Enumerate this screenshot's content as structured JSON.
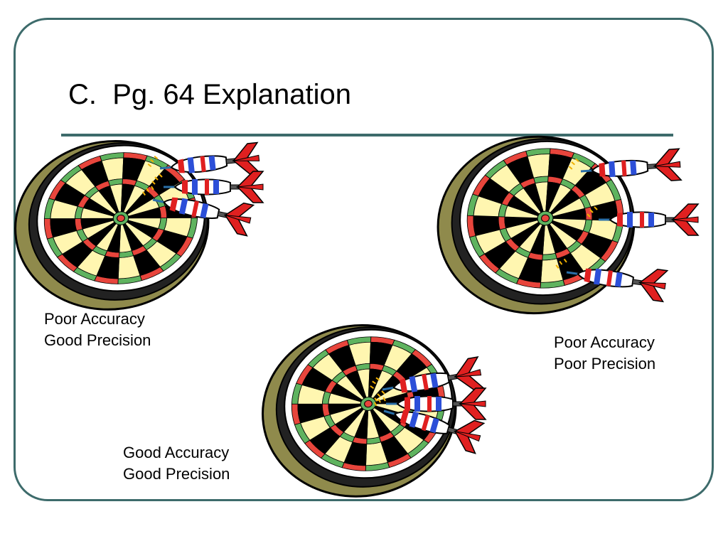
{
  "slide": {
    "title": "C.  Pg. 64 Explanation"
  },
  "captions": [
    {
      "accuracy": "Poor Accuracy",
      "precision": "Good Precision"
    },
    {
      "accuracy": "Poor Accuracy",
      "precision": "Poor Precision"
    },
    {
      "accuracy": "Good Accuracy",
      "precision": "Good Precision"
    }
  ],
  "colors": {
    "frame": "#3d6b6b",
    "board_cream": "#fff6b0",
    "board_black": "#000000",
    "ring_red": "#e8453c",
    "ring_green": "#5fb35f",
    "backing_olive": "#8f8a4c",
    "dart_red": "#e02020",
    "dart_blue": "#2c4fd8"
  },
  "icons": [
    "dartboard-icon",
    "dart-icon"
  ]
}
